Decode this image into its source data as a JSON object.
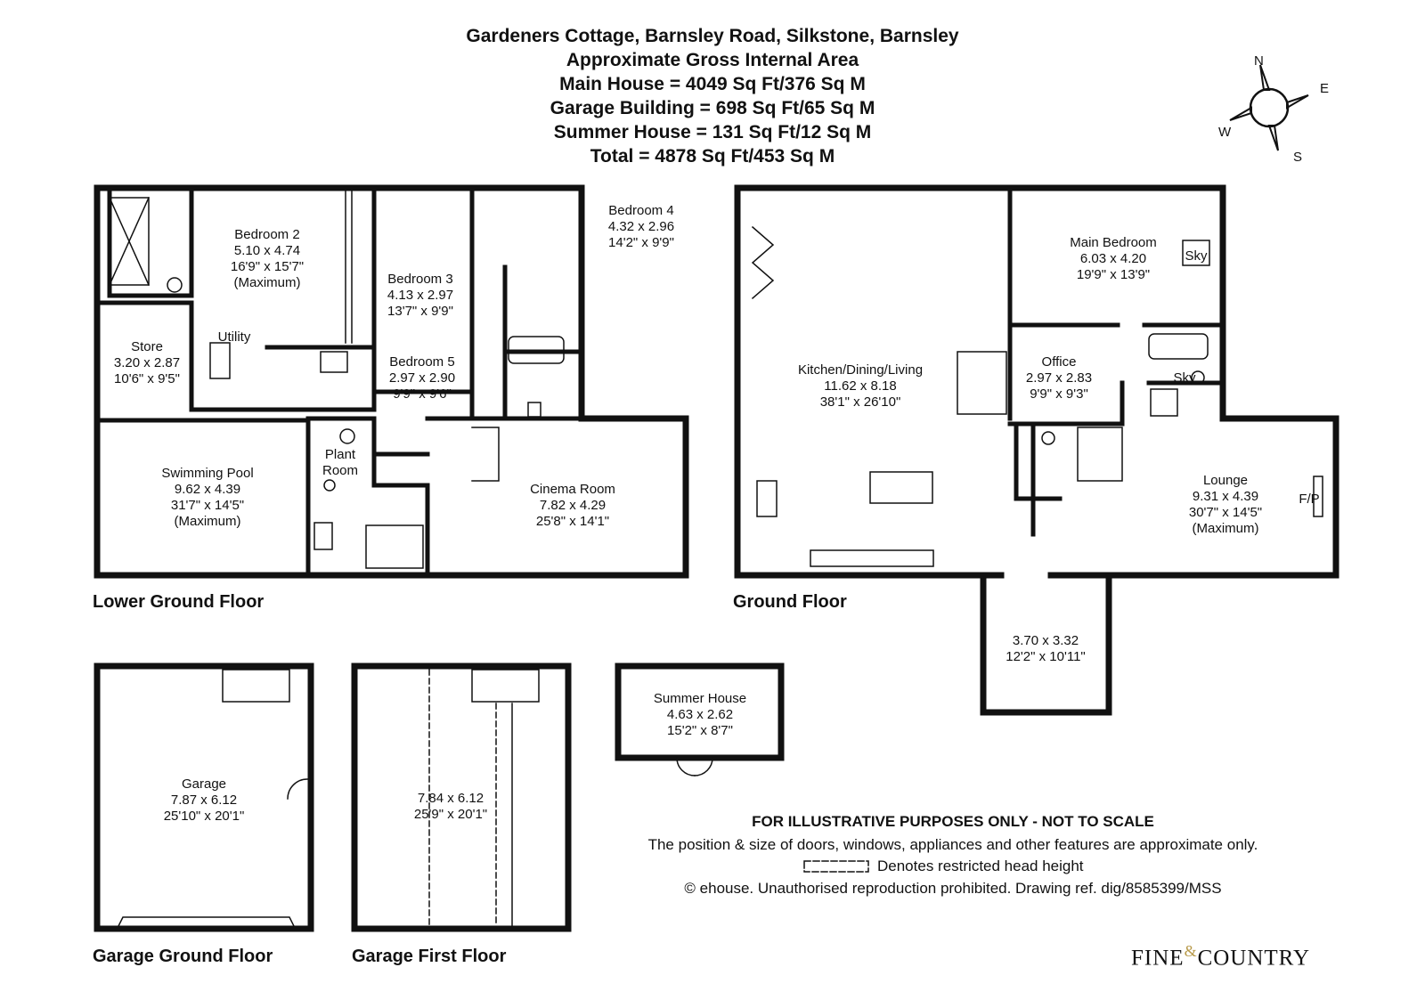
{
  "header": {
    "title": "Gardeners Cottage, Barnsley Road, Silkstone, Barnsley",
    "subtitle": "Approximate Gross Internal Area",
    "main_house": "Main House = 4049 Sq Ft/376 Sq M",
    "garage_building": "Garage Building = 698 Sq Ft/65 Sq M",
    "summer_house": "Summer House = 131 Sq Ft/12 Sq M",
    "total": "Total = 4878 Sq Ft/453 Sq M"
  },
  "compass": {
    "n": "N",
    "e": "E",
    "s": "S",
    "w": "W"
  },
  "floors": {
    "lower_ground": "Lower Ground Floor",
    "ground": "Ground Floor",
    "garage_ground": "Garage Ground Floor",
    "garage_first": "Garage First Floor"
  },
  "rooms": {
    "bedroom2": {
      "name": "Bedroom 2",
      "metric": "5.10 x 4.74",
      "imperial": "16'9\" x 15'7\"",
      "note": "(Maximum)"
    },
    "bedroom3": {
      "name": "Bedroom 3",
      "metric": "4.13 x 2.97",
      "imperial": "13'7\" x 9'9\""
    },
    "bedroom4": {
      "name": "Bedroom 4",
      "metric": "4.32 x 2.96",
      "imperial": "14'2\" x 9'9\""
    },
    "bedroom5": {
      "name": "Bedroom 5",
      "metric": "2.97 x 2.90",
      "imperial": "9'9\" x 9'6\""
    },
    "store": {
      "name": "Store",
      "metric": "3.20 x 2.87",
      "imperial": "10'6\" x 9'5\""
    },
    "utility": {
      "name": "Utility"
    },
    "plant_room": {
      "name1": "Plant",
      "name2": "Room"
    },
    "swimming_pool": {
      "name": "Swimming Pool",
      "metric": "9.62 x 4.39",
      "imperial": "31'7\" x 14'5\"",
      "note": "(Maximum)"
    },
    "cinema": {
      "name": "Cinema Room",
      "metric": "7.82 x 4.29",
      "imperial": "25'8\" x 14'1\""
    },
    "kitchen": {
      "name": "Kitchen/Dining/Living",
      "metric": "11.62 x 8.18",
      "imperial": "38'1\" x 26'10\""
    },
    "main_bedroom": {
      "name": "Main Bedroom",
      "metric": "6.03 x 4.20",
      "imperial": "19'9\" x 13'9\""
    },
    "office": {
      "name": "Office",
      "metric": "2.97 x 2.83",
      "imperial": "9'9\" x 9'3\""
    },
    "lounge": {
      "name": "Lounge",
      "metric": "9.31 x 4.39",
      "imperial": "30'7\" x 14'5\"",
      "note": "(Maximum)"
    },
    "porch": {
      "metric": "3.70 x 3.32",
      "imperial": "12'2\" x 10'11\""
    },
    "garage": {
      "name": "Garage",
      "metric": "7.87 x 6.12",
      "imperial": "25'10\" x 20'1\""
    },
    "garage_first": {
      "metric": "7.84 x 6.12",
      "imperial": "25'9\" x 20'1\""
    },
    "summer": {
      "name": "Summer House",
      "metric": "4.63 x 2.62",
      "imperial": "15'2\" x 8'7\""
    }
  },
  "fixtures": {
    "sky": "Sky",
    "fp": "F/P"
  },
  "notes": {
    "disclaimer": "FOR ILLUSTRATIVE PURPOSES ONLY - NOT TO SCALE",
    "position": "The position & size of doors, windows, appliances and other features are approximate only.",
    "legend": "Denotes restricted head height",
    "copyright": "© ehouse. Unauthorised reproduction prohibited. Drawing ref. dig/8585399/MSS"
  },
  "logo": {
    "left": "FINE",
    "amp": "&",
    "right": "COUNTRY"
  }
}
